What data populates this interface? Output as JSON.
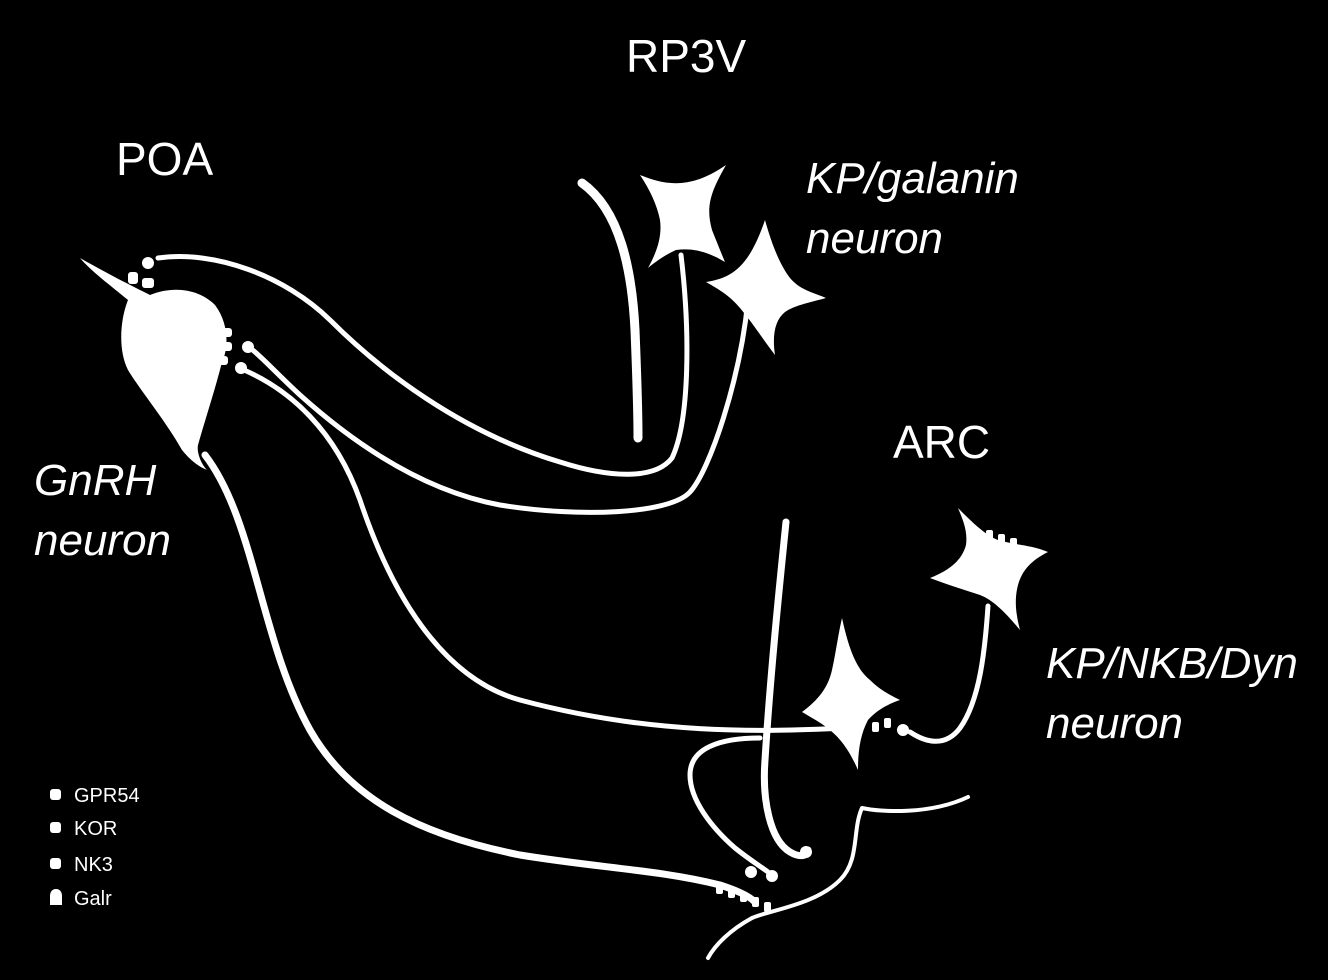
{
  "regions": {
    "rp3v": "RP3V",
    "poa": "POA",
    "arc": "ARC"
  },
  "cells": {
    "gnrh": [
      "GnRH",
      "neuron"
    ],
    "kp_galanin": [
      "KP/galanin",
      "neuron"
    ],
    "kp_nkb_dyn": [
      "KP/NKB/Dyn",
      "neuron"
    ]
  },
  "legend": [
    {
      "label": "GPR54",
      "shape": "rounded-square"
    },
    {
      "label": "KOR",
      "shape": "rounded-square"
    },
    {
      "label": "NK3",
      "shape": "rounded-square"
    },
    {
      "label": "Galr",
      "shape": "rounded-tab"
    }
  ],
  "colors": {
    "background": "#000000",
    "foreground": "#ffffff"
  }
}
